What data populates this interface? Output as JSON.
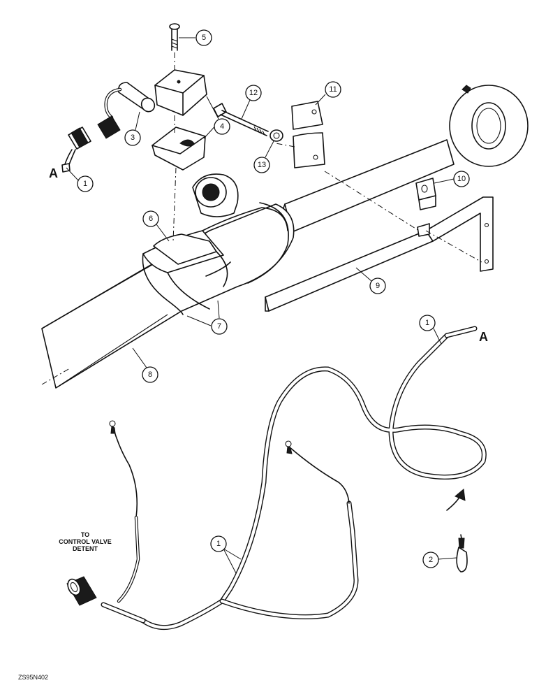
{
  "diagram": {
    "callouts": {
      "c1a": "1",
      "c1b": "1",
      "c1c": "1",
      "c2": "2",
      "c3": "3",
      "c4": "4",
      "c5": "5",
      "c6": "6",
      "c7": "7",
      "c8": "8",
      "c9": "9",
      "c10": "10",
      "c11": "11",
      "c12": "12",
      "c13": "13"
    },
    "reference_marks": {
      "a_left": "A",
      "a_right": "A"
    },
    "note": {
      "line1": "TO",
      "line2": "CONTROL VALVE",
      "line3": "DETENT"
    },
    "figure_code": "ZS95N402"
  }
}
